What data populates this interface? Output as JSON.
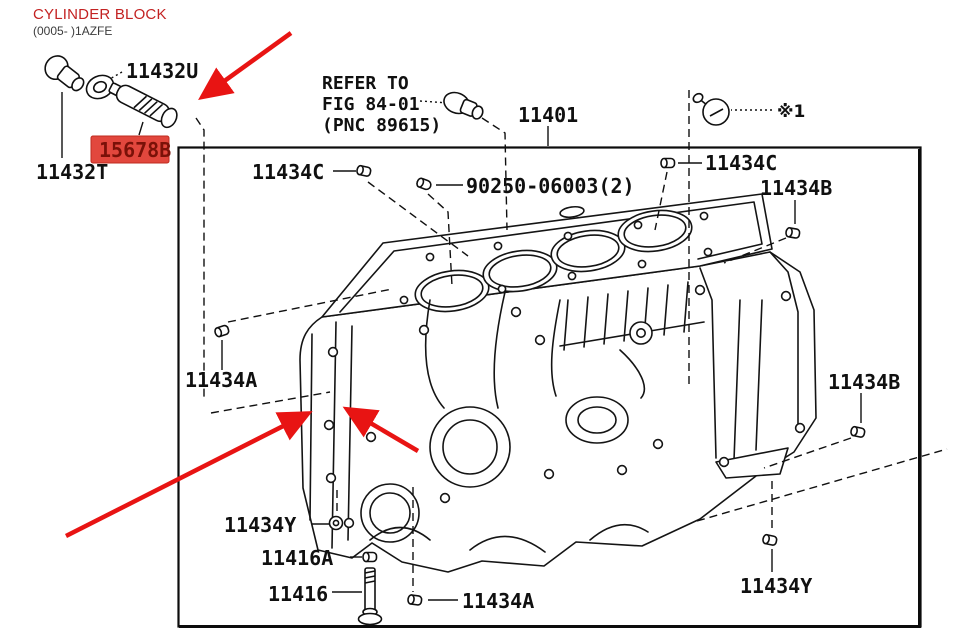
{
  "header": {
    "title": "CYLINDER BLOCK",
    "subtitle": "(0005- )1AZFE"
  },
  "note": {
    "line1": "REFER TO",
    "line2": "FIG 84-01",
    "line3": "(PNC 89615)"
  },
  "footnote_marker": "※1",
  "parts": {
    "p11432U": "11432U",
    "p15678B": "15678B",
    "p11432T": "11432T",
    "p11434C_left": "11434C",
    "p90250": "90250-06003(2)",
    "p11401": "11401",
    "p11434C_right": "11434C",
    "p11434B_top": "11434B",
    "p11434A_left": "11434A",
    "p11434B_right": "11434B",
    "p11434Y_bottom_left": "11434Y",
    "p11416A": "11416A",
    "p11416": "11416",
    "p11434A_bottom": "11434A",
    "p11434Y_bottom_right": "11434Y"
  },
  "colors": {
    "title_red": "#c32222",
    "highlight_bg": "#e2473d",
    "highlight_text": "#7a1108",
    "arrow_red": "#e81413",
    "line_black": "#141414"
  }
}
